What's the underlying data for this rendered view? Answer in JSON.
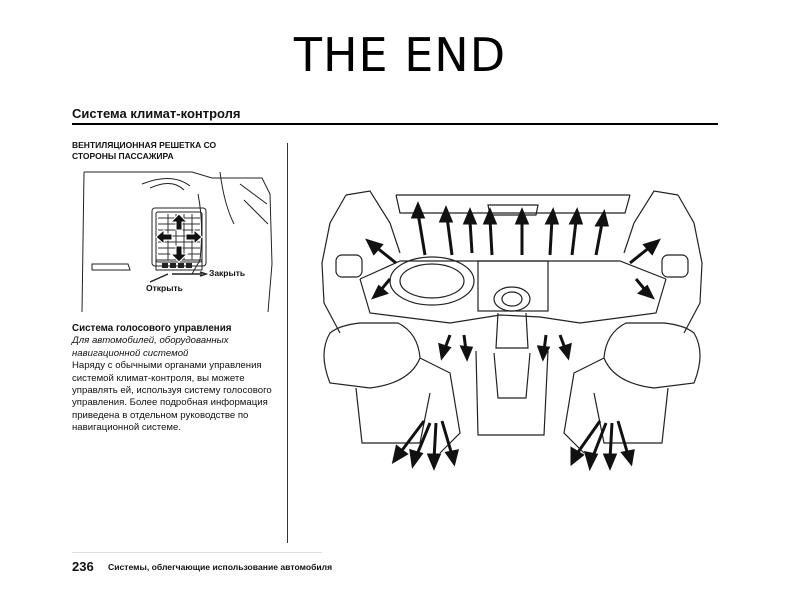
{
  "slide": {
    "title": "THE END"
  },
  "page": {
    "section_heading": "Система климат-контроля",
    "vent_caption": "ВЕНТИЛЯЦИОННАЯ РЕШЕТКА СО СТОРОНЫ ПАССАЖИРА",
    "label_close": "Закрыть",
    "label_open": "Открыть",
    "voice": {
      "title": "Система голосового управления",
      "subtitle": "Для автомобилей, оборудованных навигационной системой",
      "body": "Наряду с обычными органами управления системой климат-контроля, вы можете управлять ей, используя систему голосового управления. Более подробная информация приведена в отдельном руководстве по навигационной системе."
    },
    "footer": {
      "page_number": "236",
      "text": "Системы, облегчающие использование автомобиля"
    }
  },
  "colors": {
    "ink": "#111111",
    "background": "#ffffff"
  }
}
